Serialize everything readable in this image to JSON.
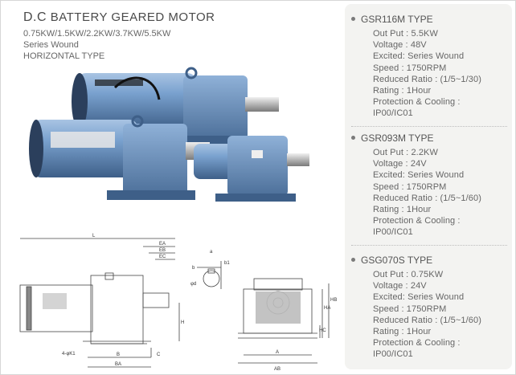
{
  "product": {
    "title_prefix": "D.C",
    "title_rest": " BATTERY GEARED MOTOR",
    "power_range": "0.75KW/1.5KW/2.2KW/3.7KW/5.5KW",
    "winding": "Series Wound",
    "orientation": "HORIZONTAL TYPE"
  },
  "models": [
    {
      "name": "GSR116M TYPE",
      "lines": [
        "Out Put : 5.5KW",
        "Voltage : 48V",
        "Excited: Series Wound",
        "Speed : 1750RPM",
        "Reduced Ratio : (1/5~1/30)",
        "Rating : 1Hour",
        "Protection & Cooling :",
        "IP00/IC01"
      ]
    },
    {
      "name": "GSR093M TYPE",
      "lines": [
        "Out Put : 2.2KW",
        "Voltage : 24V",
        "Excited: Series Wound",
        "Speed : 1750RPM",
        "Reduced Ratio : (1/5~1/60)",
        "Rating : 1Hour",
        "Protection & Cooling :",
        "IP00/IC01"
      ]
    },
    {
      "name": "GSG070S TYPE",
      "lines": [
        "Out Put : 0.75KW",
        "Voltage : 24V",
        "Excited: Series Wound",
        "Speed : 1750RPM",
        "Reduced Ratio : (1/5~1/60)",
        "Rating : 1Hour",
        "Protection & Cooling :",
        "IP00/IC01"
      ]
    }
  ],
  "drawing_labels": {
    "L": "L",
    "EA": "EA",
    "EB": "EB",
    "EC": "EC",
    "H": "H",
    "B": "B",
    "BA": "BA",
    "C": "C",
    "holes": "4-φK1",
    "a": "a",
    "b": "b",
    "b1": "b1",
    "d": "φd",
    "HB": "HB",
    "HA": "HA",
    "HC": "HC",
    "A": "A",
    "AB": "AB"
  },
  "colors": {
    "motor_blue": "#6b93bf",
    "motor_dark": "#2f4a6e",
    "panel_bg": "#f3f3f1",
    "text": "#666666"
  }
}
